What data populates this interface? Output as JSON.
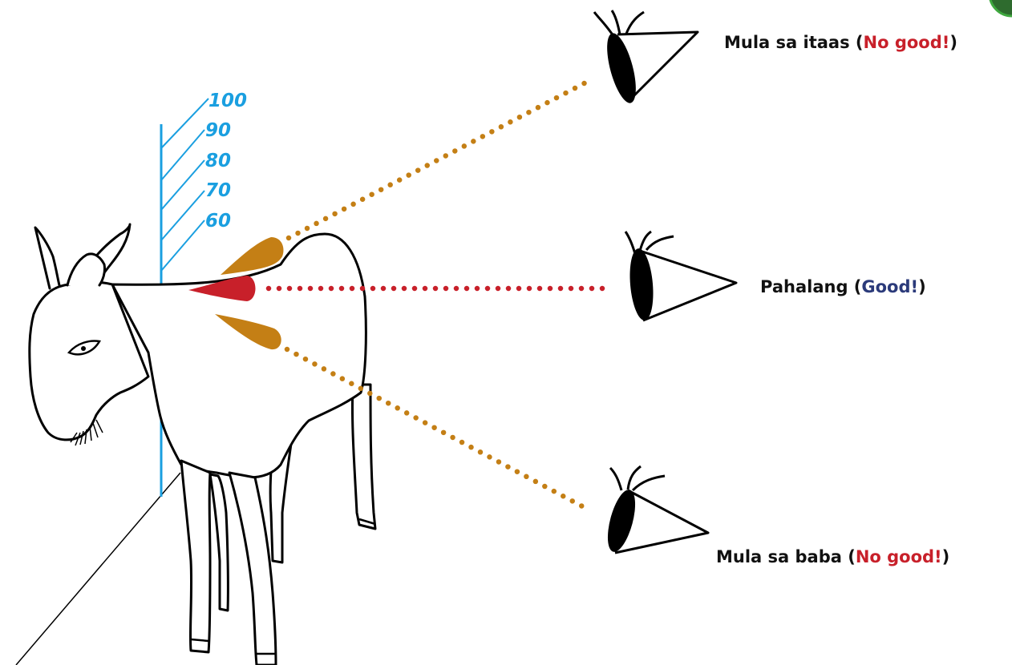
{
  "colors": {
    "scale": "#1a9fe0",
    "good": "#2b3a7a",
    "bad": "#c8202a",
    "oblique_line": "#c47f15",
    "level_line": "#c8202a",
    "outline": "#000000"
  },
  "scale": {
    "ticks": [
      "100",
      "90",
      "80",
      "70",
      "60"
    ]
  },
  "views": {
    "top": {
      "prefix": "Mula sa itaas (",
      "verdict": "No good!",
      "suffix": ")"
    },
    "level": {
      "prefix": "Pahalang (",
      "verdict": "Good!",
      "suffix": ")"
    },
    "bottom": {
      "prefix": "Mula sa baba (",
      "verdict": "No good!",
      "suffix": ")"
    }
  },
  "icons": {
    "eye": "eye-icon",
    "logo": "logo-badge"
  }
}
